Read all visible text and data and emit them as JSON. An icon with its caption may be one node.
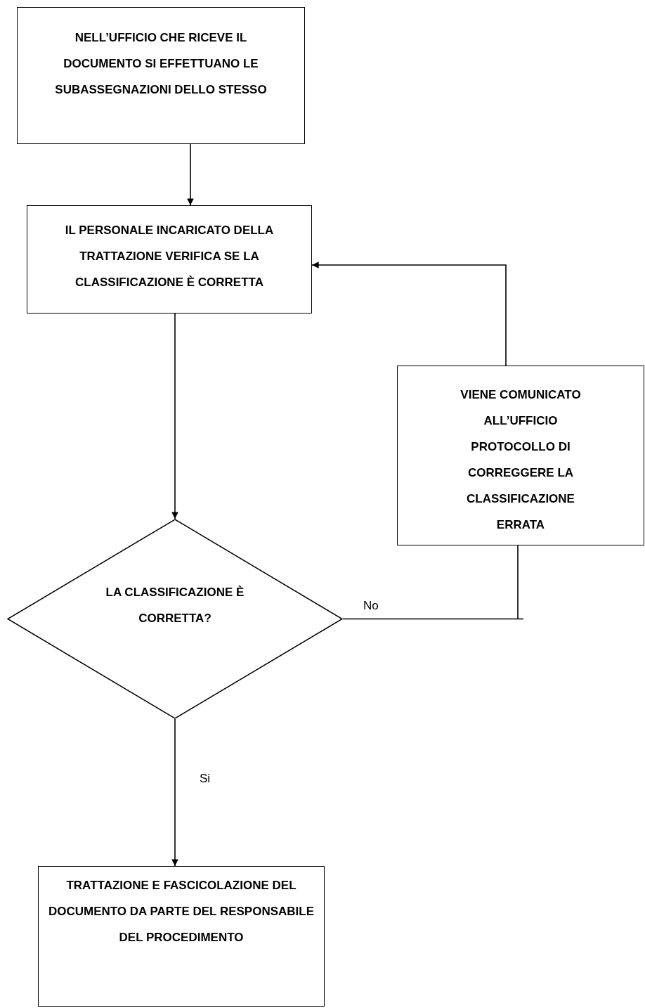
{
  "diagram": {
    "nodes": [
      {
        "text": [
          "NELL’UFFICIO CHE RICEVE IL DOCUMENTO SI EFFETTUANO LE SUBASSEGNAZIONI DELLO STESSO"
        ]
      },
      {
        "text": [
          "IL PERSONALE INCARICATO DELLA  TRATTAZIONE VERIFICA SE LA CLASSIFICAZIONE È CORRETTA"
        ]
      },
      {
        "text": [
          "LA CLASSIFICAZIONE È CORRETTA?"
        ]
      },
      {
        "text": [
          "VIENE COMUNICATO ALL’UFFICIO PROTOCOLLO DI CORREGGERE LA CLASSIFICAZIONE ERRATA"
        ]
      },
      {
        "text": [
          "TRATTAZIONE E FASCICOLAZIONE DEL DOCUMENTO DA PARTE DEL RESPONSABILE DEL PROCEDIMENTO"
        ]
      }
    ],
    "edges": [
      {
        "from": 0,
        "to": 1,
        "arrow": "to"
      },
      {
        "from": 1,
        "to": 2,
        "arrow": "to"
      },
      {
        "from": 2,
        "to": 3,
        "arrow": "none",
        "label": "No"
      },
      {
        "from": 3,
        "to": 1,
        "arrow": "to"
      },
      {
        "from": 2,
        "to": 4,
        "arrow": "to",
        "label": "Si"
      }
    ]
  }
}
